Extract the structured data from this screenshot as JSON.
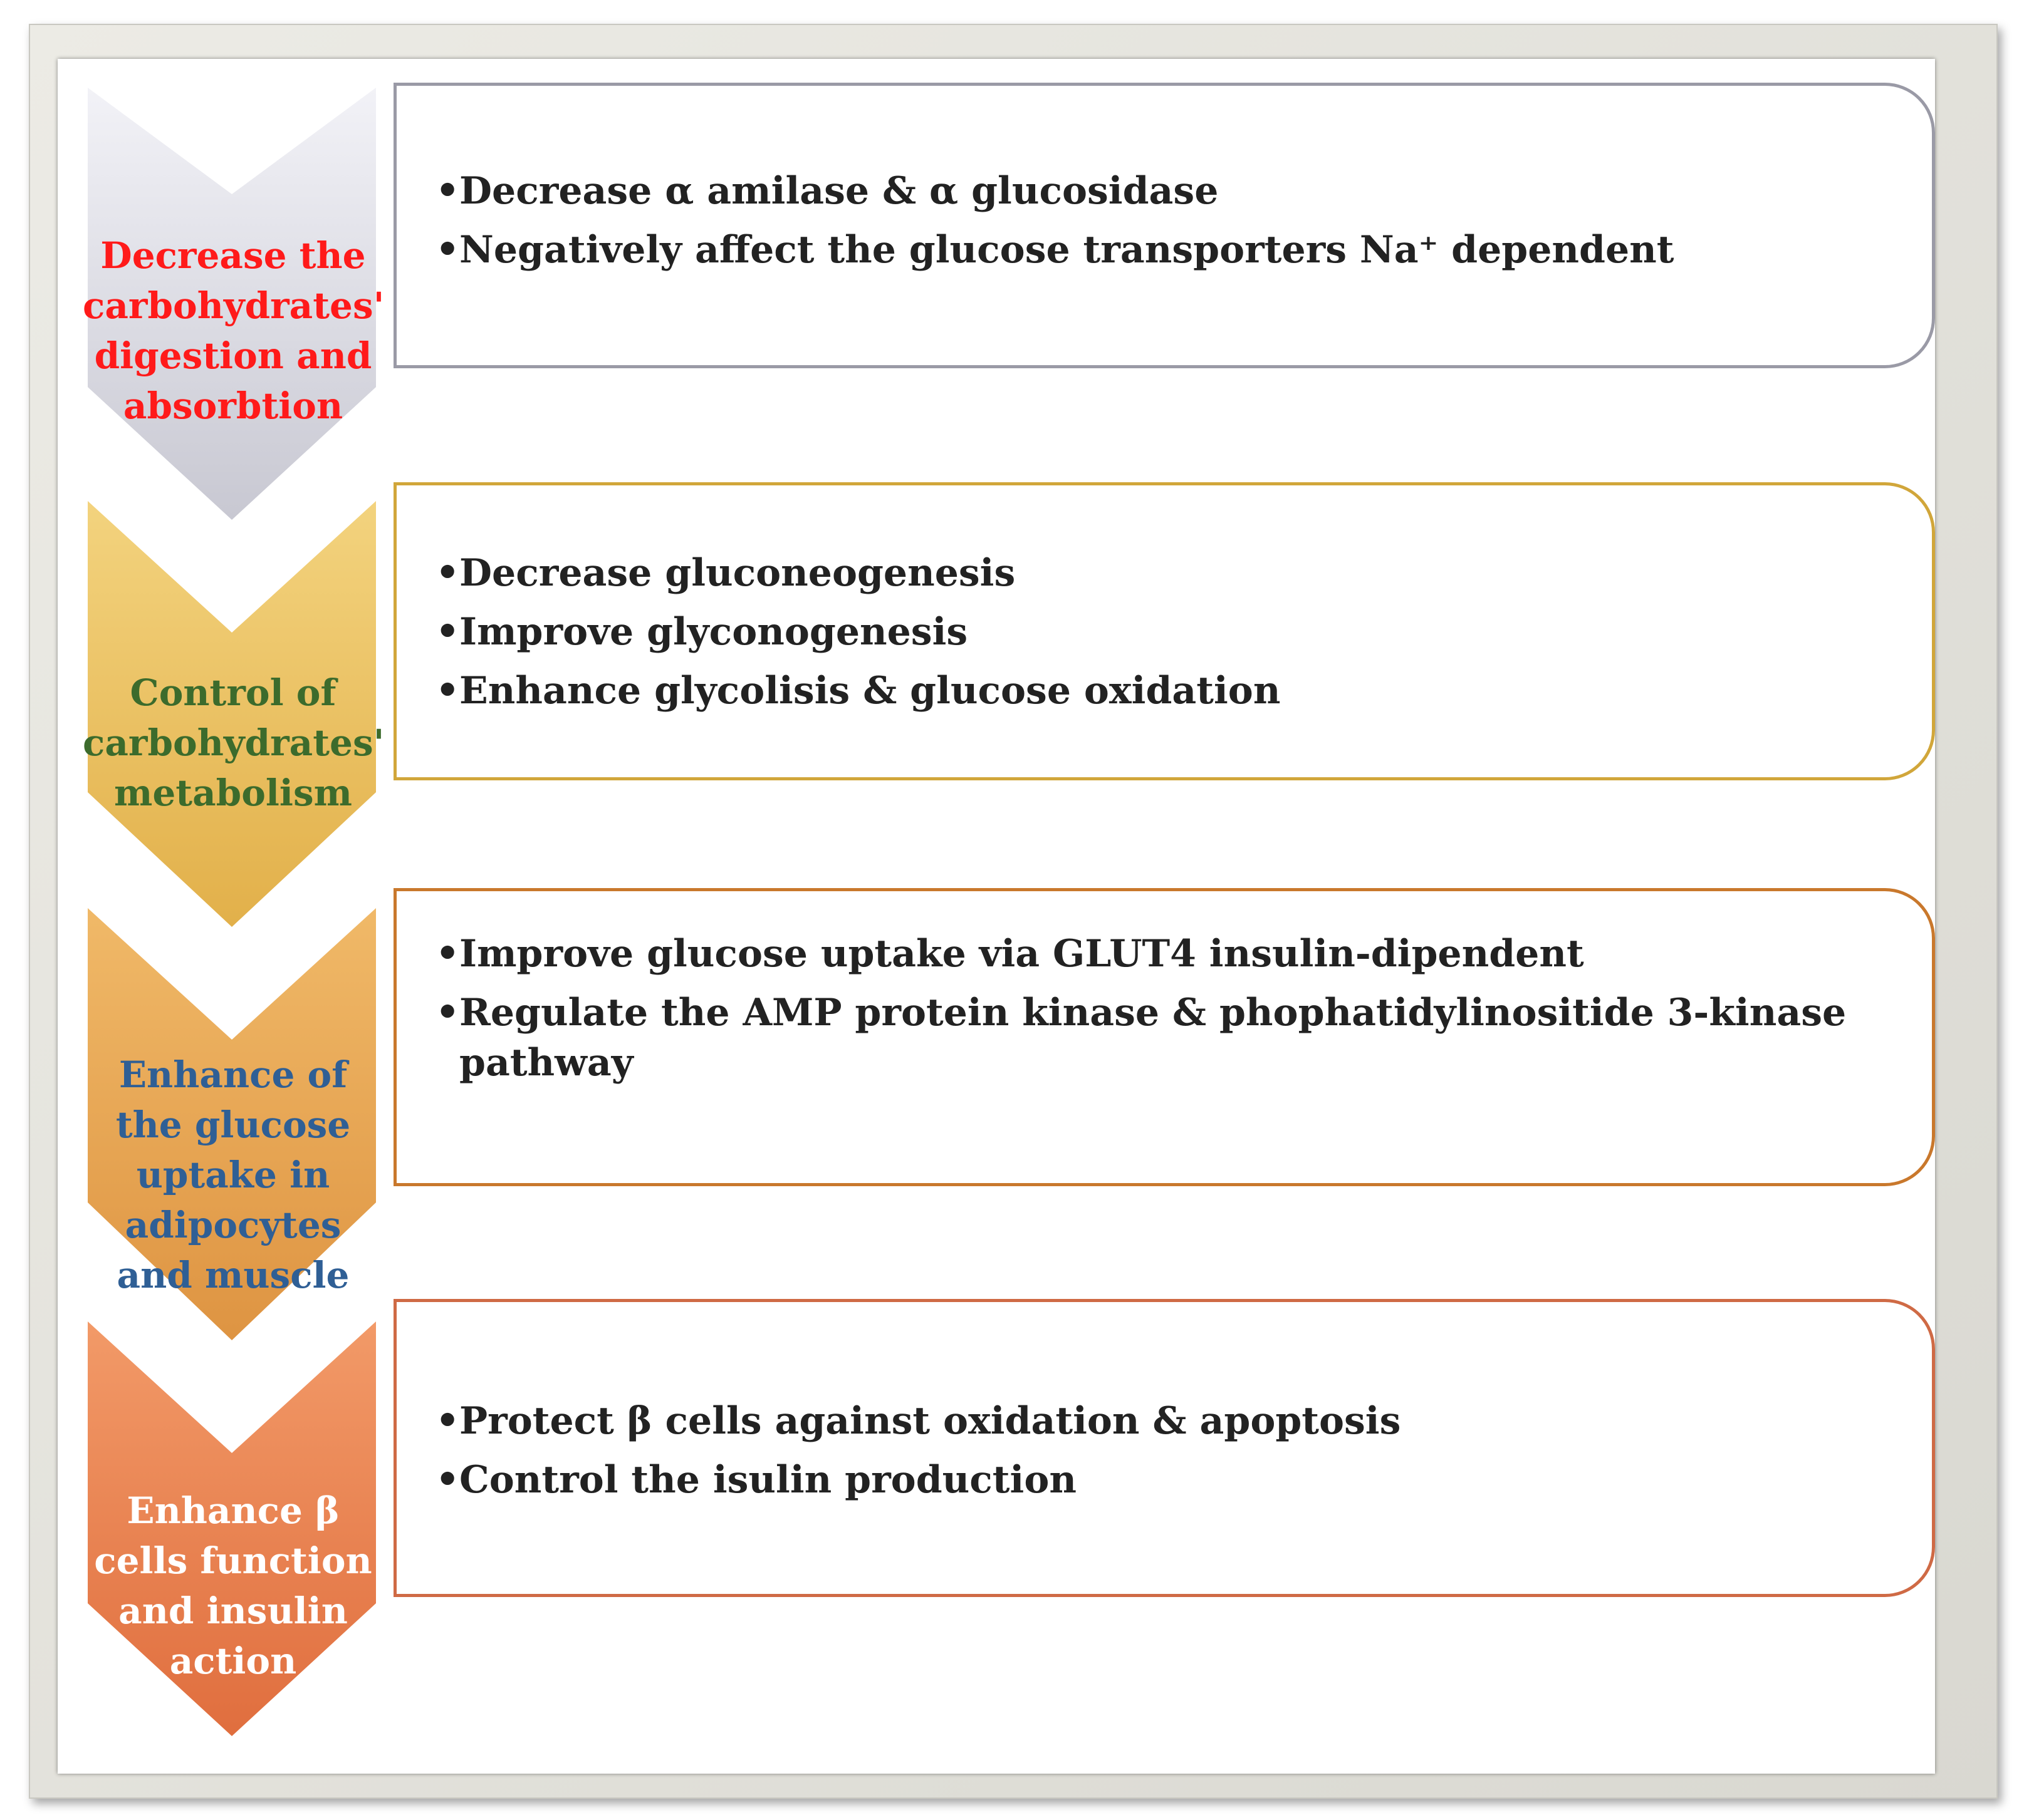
{
  "rows": [
    {
      "label": "Decrease the carbohydrates' digestion and absorbtion",
      "label_color": "#ff1a1a",
      "fill_top": "#f2f2f7",
      "fill_bottom": "#c8c8d2",
      "border_color": "#9a9aa6",
      "bullets": [
        "Decrease α amilase & α glucosidase",
        "Negatively affect the glucose transporters Na⁺ dependent"
      ]
    },
    {
      "label": "Control of carbohydrates' metabolism",
      "label_color": "#3c6b2c",
      "fill_top": "#f3d37e",
      "fill_bottom": "#e2b04a",
      "border_color": "#d1a63a",
      "bullets": [
        "Decrease gluconeogenesis",
        "Improve glyconogenesis",
        "Enhance glycolisis & glucose oxidation"
      ]
    },
    {
      "label": "Enhance of the glucose uptake in adipocytes and muscle",
      "label_color": "#2f5f95",
      "fill_top": "#f0b968",
      "fill_bottom": "#de9442",
      "border_color": "#c9782c",
      "bullets": [
        "Improve glucose uptake via GLUT4 insulin-dipendent",
        "Regulate the AMP protein kinase & phophatidylinositide 3-kinase pathway"
      ]
    },
    {
      "label": "Enhance β cells function and insulin action",
      "label_color": "#ffffff",
      "fill_top": "#f29a68",
      "fill_bottom": "#e06e3e",
      "border_color": "#cf6a45",
      "bullets": [
        "Protect  β cells against oxidation & apoptosis",
        "Control the isulin production"
      ]
    }
  ]
}
